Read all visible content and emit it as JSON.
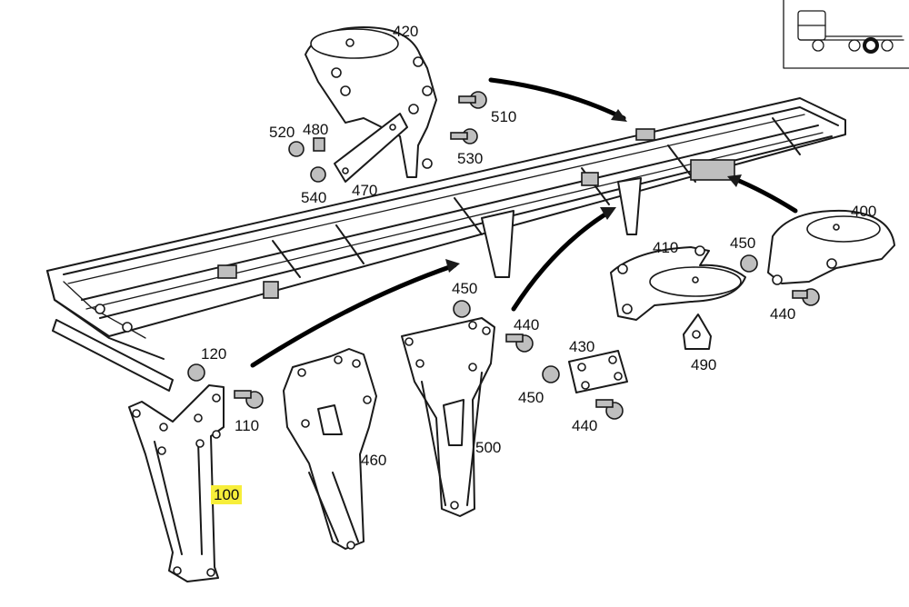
{
  "callouts": [
    {
      "id": "420",
      "label": "420"
    },
    {
      "id": "510",
      "label": "510"
    },
    {
      "id": "520",
      "label": "520"
    },
    {
      "id": "480",
      "label": "480"
    },
    {
      "id": "530",
      "label": "530"
    },
    {
      "id": "540",
      "label": "540"
    },
    {
      "id": "470",
      "label": "470"
    },
    {
      "id": "400",
      "label": "400"
    },
    {
      "id": "410",
      "label": "410"
    },
    {
      "id": "450a",
      "label": "450"
    },
    {
      "id": "450b",
      "label": "450"
    },
    {
      "id": "450c",
      "label": "450"
    },
    {
      "id": "440a",
      "label": "440"
    },
    {
      "id": "440b",
      "label": "440"
    },
    {
      "id": "440c",
      "label": "440"
    },
    {
      "id": "430",
      "label": "430"
    },
    {
      "id": "490",
      "label": "490"
    },
    {
      "id": "120",
      "label": "120"
    },
    {
      "id": "110",
      "label": "110"
    },
    {
      "id": "460",
      "label": "460"
    },
    {
      "id": "500",
      "label": "500"
    },
    {
      "id": "100",
      "label": "100"
    }
  ],
  "highlight_color": "#f7ee3a",
  "selected_part": "100"
}
